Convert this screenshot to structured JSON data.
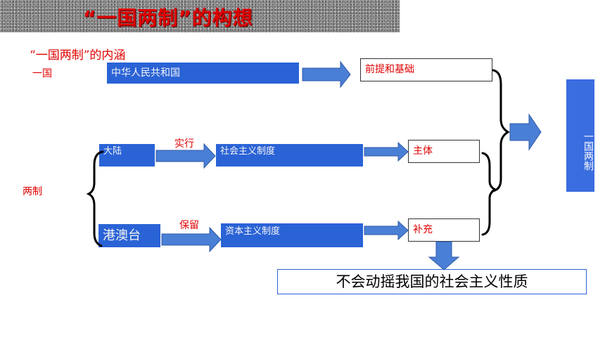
{
  "banner": {
    "title": "“一国两制”的构想"
  },
  "subtitle": "“一国两制”的内涵",
  "labels": {
    "yi_guo": "一国",
    "liang_zhi": "两制",
    "shixing": "实行",
    "baoliu": "保留"
  },
  "boxes": {
    "prc": "中华人民共和国",
    "premise": "前提和基础",
    "mainland": "大陆",
    "socialist": "社会主义制度",
    "main_body": "主体",
    "hk_macau_tw": "港澳台",
    "capitalist": "资本主义制度",
    "supplement": "补充"
  },
  "right_bar": "一国两制",
  "conclusion": "不会动摇我国的社会主义性质",
  "colors": {
    "accent_blue": "#2a63d6",
    "red": "#e00000",
    "arrow_fill": "#4a7fd6"
  }
}
